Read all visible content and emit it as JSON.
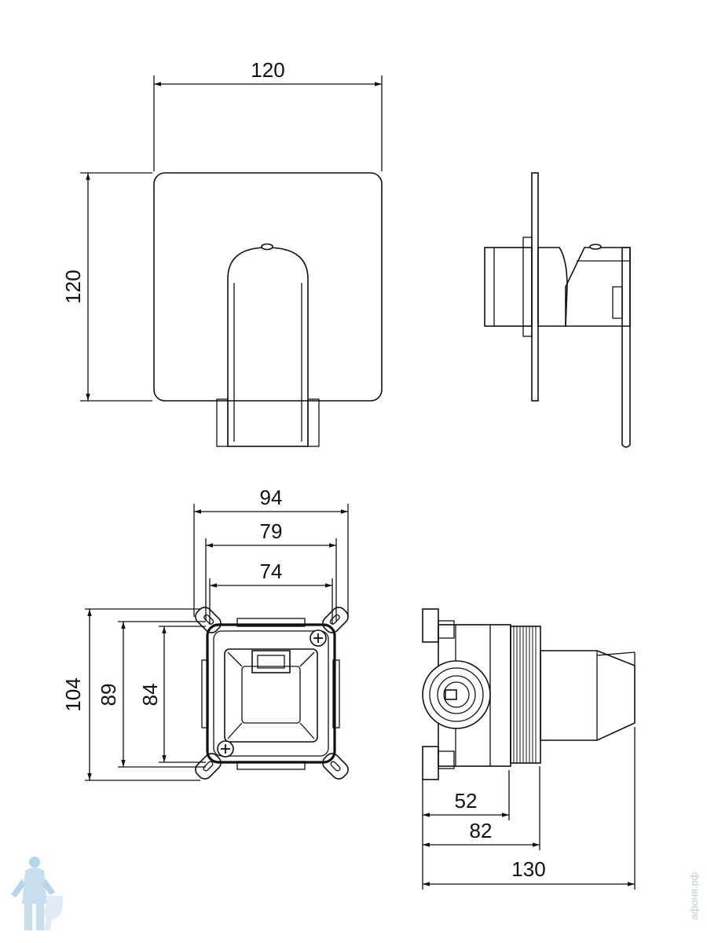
{
  "drawing": {
    "dimensions": {
      "plate_width": "120",
      "plate_height": "120",
      "box_width_outer": "94",
      "box_width_mid": "79",
      "box_width_inner": "74",
      "box_height_outer": "104",
      "box_height_mid": "89",
      "box_height_inner": "84",
      "depth_short": "52",
      "depth_mid": "82",
      "depth_total": "130"
    },
    "watermark": "афоня.рф"
  }
}
